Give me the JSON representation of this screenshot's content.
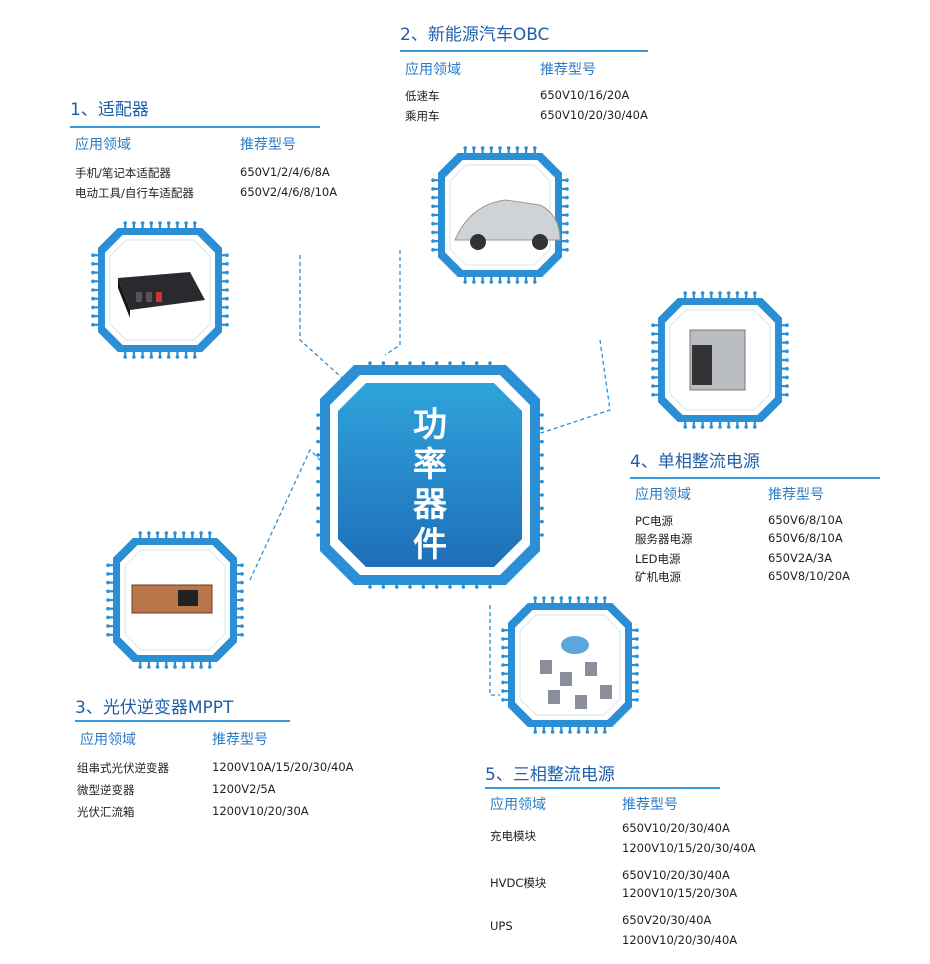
{
  "center": {
    "label": "功率器件"
  },
  "headers": {
    "field": "应用领域",
    "model": "推荐型号"
  },
  "sections": [
    {
      "title": "1、适配器",
      "rows": [
        {
          "field": "手机/笔记本适配器",
          "models": [
            "650V1/2/4/6/8A"
          ]
        },
        {
          "field": "电动工具/自行车适配器",
          "models": [
            "650V2/4/6/8/10A"
          ]
        }
      ]
    },
    {
      "title": "2、新能源汽车OBC",
      "rows": [
        {
          "field": "低速车",
          "models": [
            "650V10/16/20A"
          ]
        },
        {
          "field": "乘用车",
          "models": [
            "650V10/20/30/40A"
          ]
        }
      ]
    },
    {
      "title": "3、光伏逆变器MPPT",
      "rows": [
        {
          "field": "组串式光伏逆变器",
          "models": [
            "1200V10A/15/20/30/40A"
          ]
        },
        {
          "field": "微型逆变器",
          "models": [
            "1200V2/5A"
          ]
        },
        {
          "field": "光伏汇流箱",
          "models": [
            "1200V10/20/30A"
          ]
        }
      ]
    },
    {
      "title": "4、单相整流电源",
      "rows": [
        {
          "field": "PC电源",
          "models": [
            "650V6/8/10A"
          ]
        },
        {
          "field": "服务器电源",
          "models": [
            "650V6/8/10A"
          ]
        },
        {
          "field": "LED电源",
          "models": [
            "650V2A/3A"
          ]
        },
        {
          "field": "矿机电源",
          "models": [
            "650V8/10/20A"
          ]
        }
      ]
    },
    {
      "title": "5、三相整流电源",
      "rows": [
        {
          "field": "充电模块",
          "models": [
            "650V10/20/30/40A",
            "1200V10/15/20/30/40A"
          ]
        },
        {
          "field": "HVDC模块",
          "models": [
            "650V10/20/30/40A",
            "1200V10/15/20/30A"
          ]
        },
        {
          "field": "UPS",
          "models": [
            "650V20/30/40A",
            "1200V10/20/30/40A"
          ]
        }
      ]
    }
  ],
  "colors": {
    "accent": "#2b8fd6",
    "title": "#1f5fa8",
    "chip_dark": "#1e6fb8",
    "chip_light": "#2fa3dc"
  }
}
